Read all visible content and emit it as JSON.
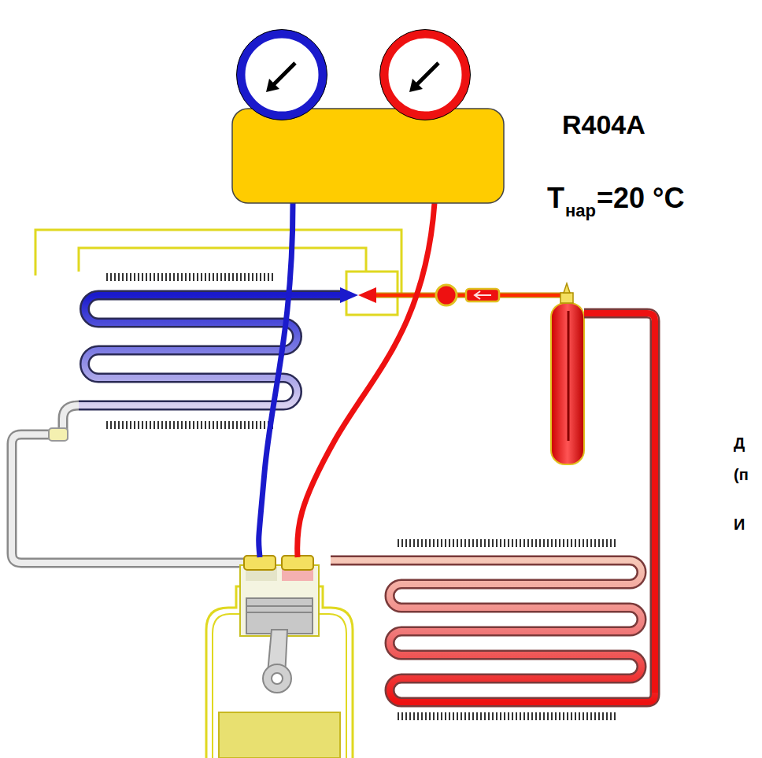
{
  "diagram": {
    "labels": [
      "R404A",
      "T",
      "нар",
      "=20 °C",
      "Д",
      "(п",
      "И"
    ]
  }
}
